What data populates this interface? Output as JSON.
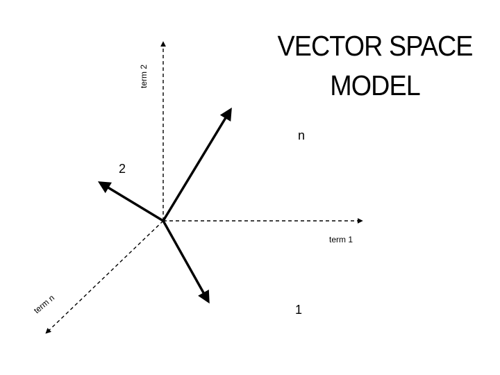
{
  "title": {
    "line1": "VECTOR SPACE",
    "line2": "MODEL"
  },
  "axes": {
    "term1_label": "term 1",
    "term2_label": "term 2",
    "termn_label": "term n"
  },
  "vectors": {
    "label_n": "n",
    "label_2": "2",
    "label_1": "1"
  },
  "colors": {
    "ink": "#000000",
    "background": "#ffffff"
  }
}
